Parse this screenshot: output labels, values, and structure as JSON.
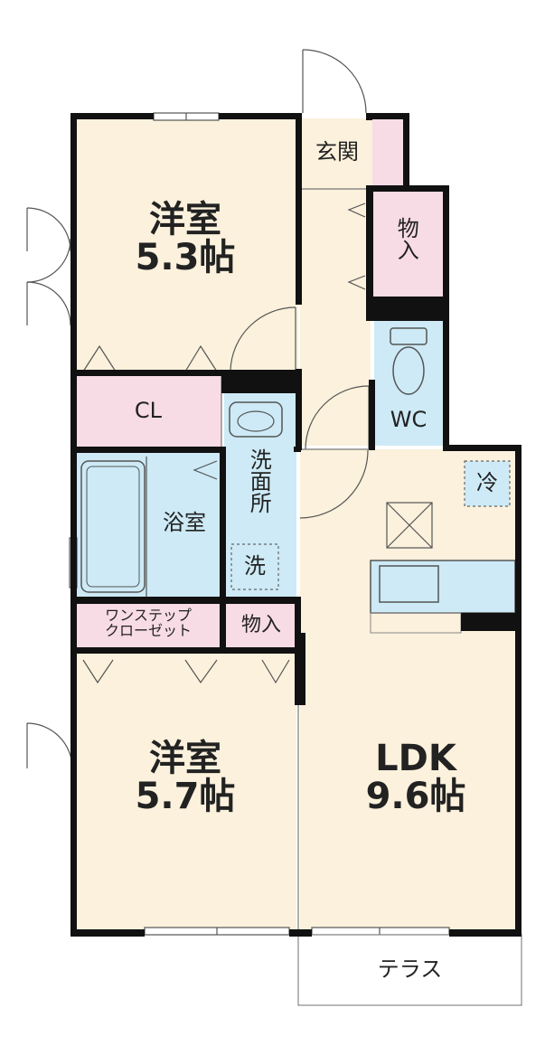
{
  "colors": {
    "room": "#fbf1dc",
    "wet": "#cdeaf6",
    "storage": "#f7dbe5",
    "wall": "#111111",
    "line": "#888888"
  },
  "rooms": {
    "bedroom_north": {
      "name": "洋室",
      "size": "5.3帖"
    },
    "bedroom_south": {
      "name": "洋室",
      "size": "5.7帖"
    },
    "ldk": {
      "name": "LDK",
      "size": "9.6帖"
    },
    "entrance": "玄関",
    "storage_hall": "物入",
    "wc": "WC",
    "closet": "CL",
    "washroom": "洗面所",
    "bath": "浴室",
    "one_step_closet": [
      "ワンステップ",
      "クローゼット"
    ],
    "storage_small": "物入",
    "terrace": "テラス"
  },
  "fixtures": {
    "washer": "洗",
    "fridge": "冷"
  }
}
